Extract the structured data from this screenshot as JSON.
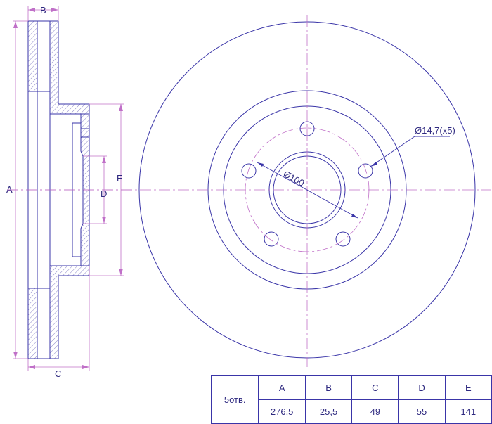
{
  "colors": {
    "line": "#3a35a8",
    "dim_line": "#c070c8",
    "center_line": "#c070c8",
    "hatch": "#8a85c8",
    "text": "#2f2a80"
  },
  "dimension_labels": {
    "A": "A",
    "B": "B",
    "C": "C",
    "D": "D",
    "E": "E"
  },
  "annotations": {
    "center_bore": "Ø100",
    "bolt_holes": "Ø14,7(x5)"
  },
  "spec_table": {
    "row_label": "5отв.",
    "headers": [
      "A",
      "B",
      "C",
      "D",
      "E"
    ],
    "values": [
      "276,5",
      "25,5",
      "49",
      "55",
      "141"
    ]
  }
}
